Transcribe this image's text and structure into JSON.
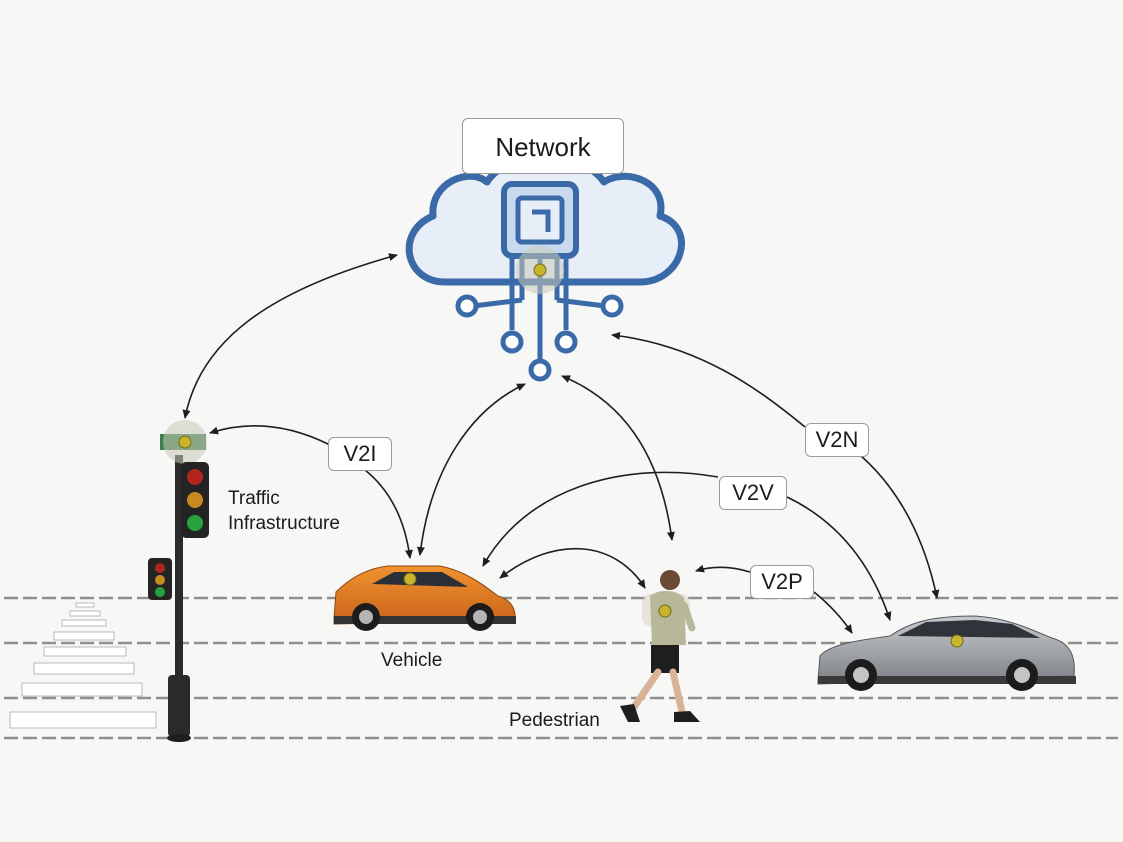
{
  "diagram": {
    "network_label": "Network",
    "traffic_label_line1": "Traffic",
    "traffic_label_line2": "Infrastructure",
    "vehicle_label": "Vehicle",
    "pedestrian_label": "Pedestrian",
    "links": {
      "v2i": "V2I",
      "v2n": "V2N",
      "v2v": "V2V",
      "v2p": "V2P"
    },
    "icons": {
      "network": "cloud-circuit-icon",
      "traffic": "traffic-light-icon",
      "vehicle_orange": "orange-suv-icon",
      "vehicle_silver": "silver-sedan-icon",
      "pedestrian": "walking-person-icon"
    },
    "colors": {
      "network_blue": "#3b6aa8",
      "orange_car": "#e27a1c",
      "silver_car": "#9ea2a6",
      "node_dot": "#c9b52a",
      "arrow": "#1e1e1e"
    }
  }
}
